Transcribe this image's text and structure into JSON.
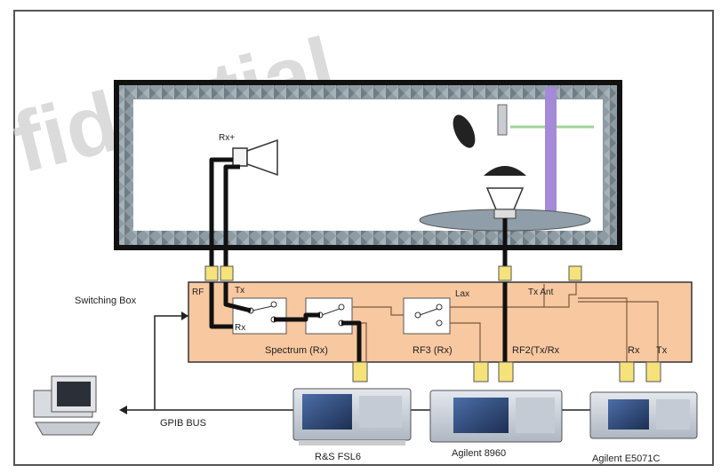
{
  "watermark": "fidential",
  "chamber": {
    "antenna_label": "Rx+"
  },
  "switching_box": {
    "title": "Switching Box",
    "port_labels": {
      "top_left_a": "Rx",
      "top_left_b": "Tx",
      "top_left_c": "RF",
      "lna": "Lax",
      "tx_ant": "Tx Ant",
      "bottom_rx": "Rx",
      "bottom_tx": "Tx"
    },
    "path_labels": {
      "spectrum": "Spectrum (Rx)",
      "rf3": "RF3 (Rx)",
      "rf2": "RF2(Tx/Rx"
    }
  },
  "bus": {
    "label": "GPIB BUS"
  },
  "instruments": [
    {
      "label": "R&S FSL6"
    },
    {
      "label": "Agilent 8960"
    },
    {
      "label": "Agilent E5071C"
    }
  ],
  "colors": {
    "chamber_fill": "#7f8e96",
    "switch_box_fill": "#f8c8a0",
    "switch_box_stroke": "#333333",
    "connector": "#f5e27a",
    "mast": "#a58ad8",
    "cable": "#111111",
    "thin_line": "#7a5a40",
    "watermark": "#cfcfcf"
  },
  "icons": {
    "horn": "horn-antenna-icon",
    "dut": "dut-icon",
    "switch": "rf-switch-icon",
    "pc": "pc-icon",
    "analyzer": "instrument-icon"
  }
}
